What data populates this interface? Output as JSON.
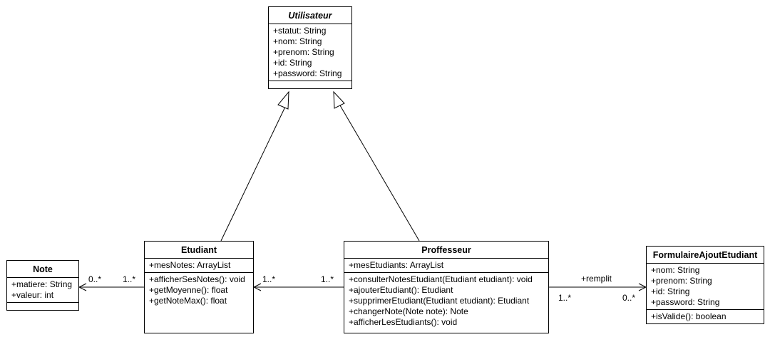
{
  "classes": {
    "utilisateur": {
      "name": "Utilisateur",
      "attributes": [
        "+statut: String",
        "+nom: String",
        "+prenom: String",
        "+id: String",
        "+password: String"
      ],
      "methods": []
    },
    "etudiant": {
      "name": "Etudiant",
      "attributes": [
        "+mesNotes: ArrayList"
      ],
      "methods": [
        "+afficherSesNotes(): void",
        "+getMoyenne(): float",
        "+getNoteMax(): float"
      ]
    },
    "proffesseur": {
      "name": "Proffesseur",
      "attributes": [
        "+mesEtudiants: ArrayList"
      ],
      "methods": [
        "+consulterNotesEtudiant(Etudiant etudiant): void",
        "+ajouterEtudiant(): Etudiant",
        "+supprimerEtudiant(Etudiant etudiant): Etudiant",
        "+changerNote(Note note): Note",
        "+afficherLesEtudiants(): void"
      ]
    },
    "note": {
      "name": "Note",
      "attributes": [
        "+matiere: String",
        "+valeur: int"
      ],
      "methods": []
    },
    "formulaire": {
      "name": "FormulaireAjoutEtudiant",
      "attributes": [
        "+nom: String",
        "+prenom: String",
        "+id: String",
        "+password: String"
      ],
      "methods": [
        "+isValide(): boolean"
      ]
    }
  },
  "associations": {
    "etudiant_note": {
      "source_mult": "1..*",
      "target_mult": "0..*"
    },
    "prof_etudiant": {
      "source_mult": "1..*",
      "target_mult": "1..*"
    },
    "prof_formulaire": {
      "label": "+remplit",
      "source_mult": "1..*",
      "target_mult": "0..*"
    }
  }
}
